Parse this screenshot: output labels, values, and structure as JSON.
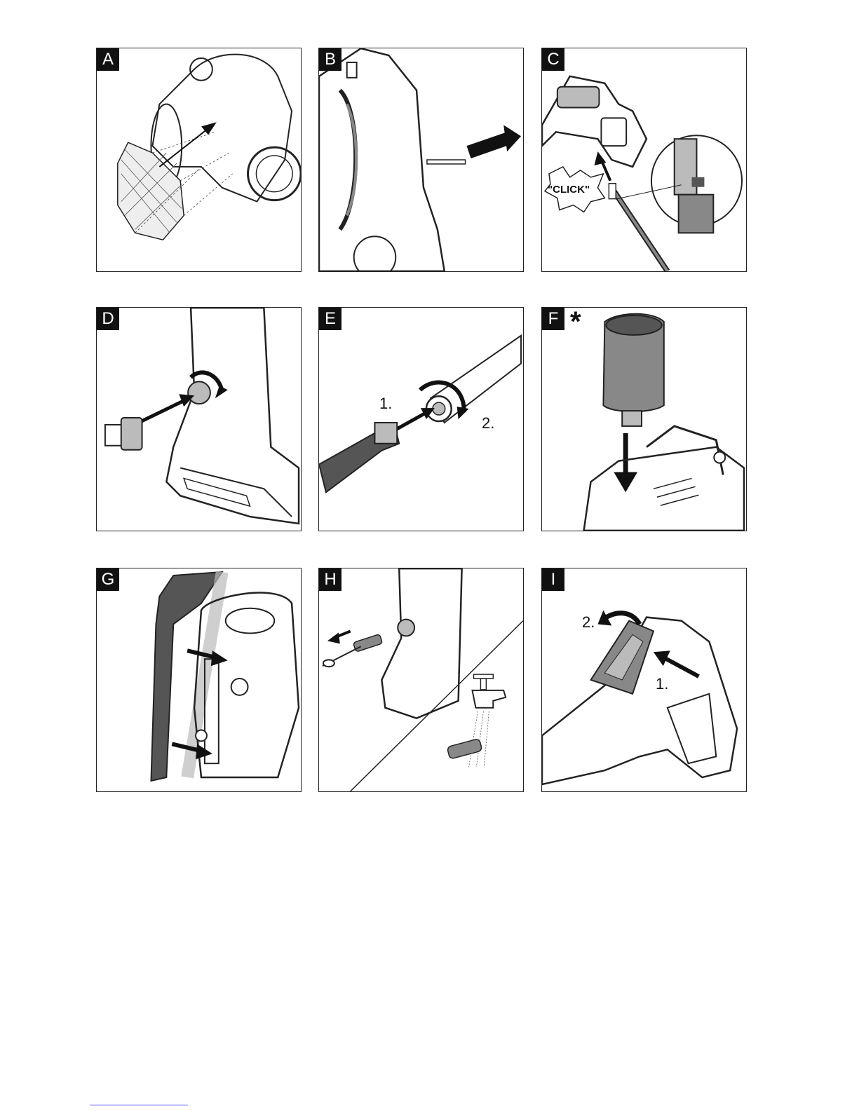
{
  "panels": [
    {
      "label": "A"
    },
    {
      "label": "B"
    },
    {
      "label": "C",
      "sound": "\"CLICK\""
    },
    {
      "label": "D"
    },
    {
      "label": "E",
      "steps": [
        "1.",
        "2."
      ]
    },
    {
      "label": "F",
      "marker": "*"
    },
    {
      "label": "G"
    },
    {
      "label": "H"
    },
    {
      "label": "I",
      "steps": [
        "1.",
        "2."
      ]
    }
  ],
  "colors": {
    "line": "#222222",
    "fill_gray": "#bbbbbb",
    "fill_dark": "#555555",
    "footer_link": "#4a4aff"
  }
}
